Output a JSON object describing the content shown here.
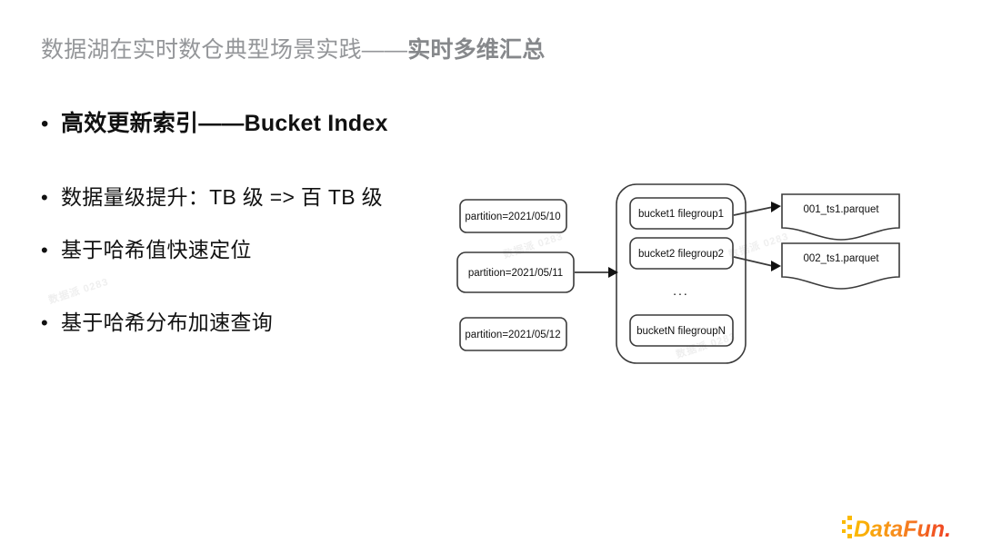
{
  "slide": {
    "title": {
      "lead": "数据湖在实时数仓典型场景实践——",
      "emphasis": "实时多维汇总"
    },
    "bullets": {
      "main": "高效更新索引——Bucket Index",
      "sub": [
        "数据量级提升：TB 级 => 百 TB 级",
        "基于哈希值快速定位",
        "基于哈希分布加速查询"
      ]
    }
  },
  "diagram": {
    "partitions": [
      "partition=2021/05/10",
      "partition=2021/05/11",
      "partition=2021/05/12"
    ],
    "buckets": [
      "bucket1 filegroup1",
      "bucket2 filegroup2",
      "bucketN filegroupN"
    ],
    "bucket_ellipsis": "...",
    "files": [
      "001_ts1.parquet",
      "002_ts1.parquet"
    ]
  },
  "watermarks": [
    "数据派 0283",
    "数据派 0283",
    "数据派 0283",
    "数据派 0283"
  ],
  "logo": {
    "text": "DataFun.",
    "colors": {
      "start": "#FBBA00",
      "mid": "#F57C1F",
      "end": "#EF3E23"
    }
  },
  "colors": {
    "background": "#ffffff",
    "title_gray": "#8d8f91",
    "body_black": "#111111",
    "diagram_stroke": "#3a3a3a"
  }
}
